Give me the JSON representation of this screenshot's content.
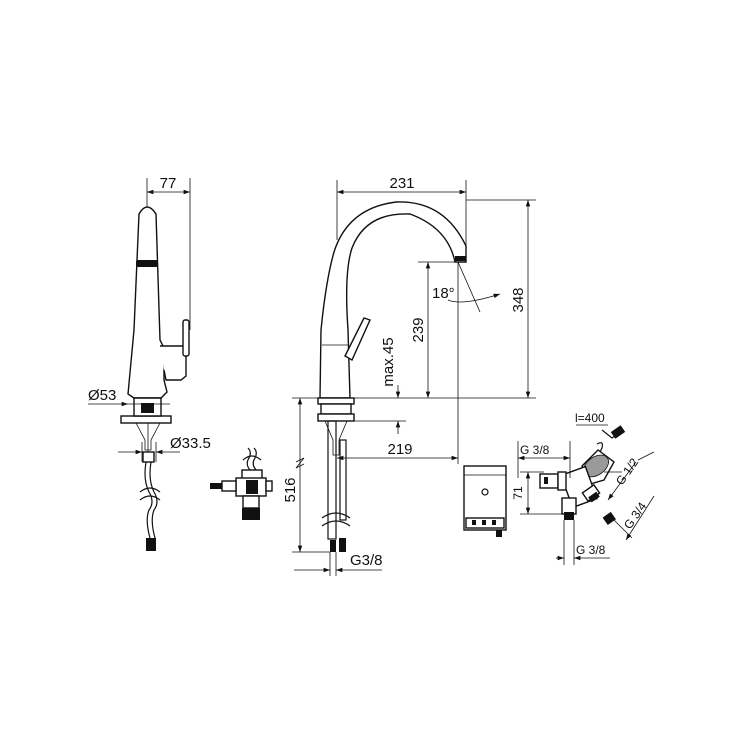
{
  "drawing": {
    "side_view": {
      "width_label": "77",
      "base_diameter_label": "Ø53",
      "hole_diameter_label": "Ø33.5"
    },
    "front_view": {
      "spout_reach_label": "231",
      "total_height_label": "348",
      "spout_height_label": "239",
      "max_deck_label": "max.45",
      "angle_label": "18°",
      "projection_label": "219",
      "hose_length_label": "516",
      "thread_label": "G3/8"
    },
    "connection_detail": {
      "cable_label": "l=400",
      "thread_top_label": "G 3/8",
      "height_label": "71",
      "thread_half_label": "G 1/2",
      "thread_three_quarter_label": "G 3/4",
      "thread_bottom_label": "G 3/8"
    }
  }
}
